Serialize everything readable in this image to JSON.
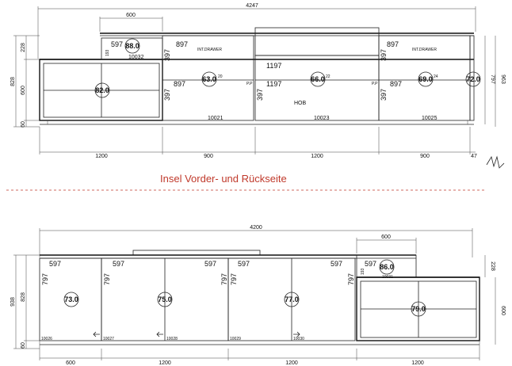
{
  "section_title": "Insel Vorder- und Rückseite",
  "top": {
    "overall_width": "4247",
    "overall_height": "963",
    "height_left": "828",
    "plinth": "60",
    "front_height": "600",
    "top_gap": "228",
    "right_height": "797",
    "upper_600": "600",
    "bottom_dims": [
      "1200",
      "900",
      "1200",
      "900",
      "47"
    ],
    "widths": [
      "597",
      "897",
      "897",
      "897",
      "897",
      "1197",
      "1197"
    ],
    "heights": [
      "193",
      "397",
      "397",
      "397",
      "397",
      "397"
    ],
    "bubbles": [
      "88.0",
      "82.0",
      "63.0",
      "66.0",
      "69.0",
      "72.0"
    ],
    "codes": [
      "10032",
      "10021",
      "10023",
      "10025"
    ],
    "notes": [
      "INT.DRAWER",
      "INT.DRAWER",
      "P.P",
      "P.P",
      "HOB"
    ],
    "small_dims": [
      "20",
      "22",
      "24"
    ]
  },
  "bottom": {
    "overall_width": "4200",
    "overall_height": "938",
    "height_left": "828",
    "plinth": "60",
    "right_height": "600",
    "top_gap": "228",
    "upper_600": "600",
    "bottom_dims": [
      "600",
      "1200",
      "1200",
      "1200"
    ],
    "widths": [
      "597",
      "597",
      "597",
      "597",
      "597",
      "597"
    ],
    "heights": [
      "797",
      "797",
      "797",
      "797",
      "797",
      "193"
    ],
    "bubbles": [
      "73.0",
      "75.0",
      "77.0",
      "79.0",
      "86.0"
    ],
    "codes": [
      "10031",
      "10026",
      "10027",
      "10028",
      "10029",
      "10030"
    ]
  }
}
